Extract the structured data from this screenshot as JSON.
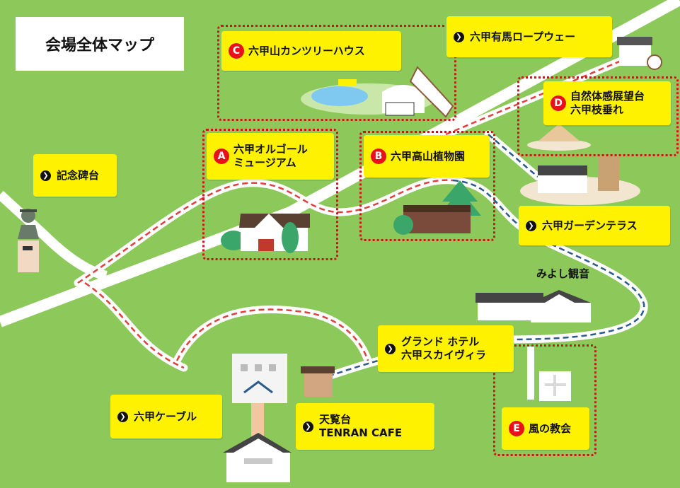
{
  "map": {
    "title": "会場全体マップ",
    "labels": {
      "country_house": {
        "badge": "C",
        "text": "六甲山カンツリーハウス"
      },
      "ropeway": {
        "text": "六甲有馬ロープウェー"
      },
      "shizentai": {
        "badge": "D",
        "line1": "自然体感展望台",
        "line2": "六甲枝垂れ"
      },
      "music_box": {
        "badge": "A",
        "line1": "六甲オルゴール",
        "line2": "ミュージアム"
      },
      "alpine_garden": {
        "badge": "B",
        "text": "六甲高山植物園"
      },
      "kinenhi": {
        "text": "記念碑台"
      },
      "garden_terrace": {
        "text": "六甲ガーデンテラス"
      },
      "miyoshi": {
        "text": "みよし観音"
      },
      "grand_hotel": {
        "line1": "グランド ホテル",
        "line2": "六甲スカイヴィラ"
      },
      "cable": {
        "text": "六甲ケーブル"
      },
      "tenran": {
        "line1": "天覧台",
        "line2": "TENRAN CAFE"
      },
      "church": {
        "badge": "E",
        "text": "風の教会"
      }
    },
    "colors": {
      "grass": "#8cc85a",
      "label": "#fff200",
      "venue_outline": "#d0131a",
      "road": "#ffffff",
      "route_red": "#e0413c",
      "route_blue": "#2b5b8c"
    }
  }
}
